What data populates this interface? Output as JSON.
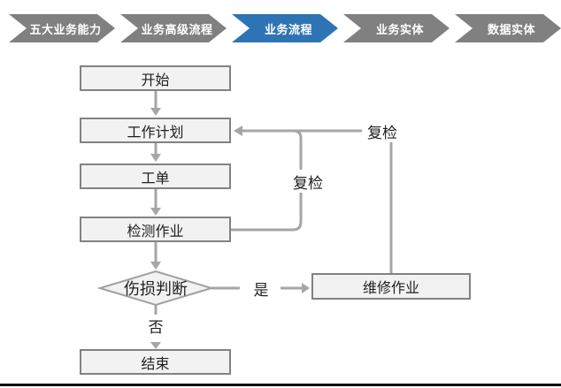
{
  "nav": {
    "items": [
      {
        "label": "五大业务能力",
        "active": false
      },
      {
        "label": "业务高级流程",
        "active": false
      },
      {
        "label": "业务流程",
        "active": true
      },
      {
        "label": "业务实体",
        "active": false
      },
      {
        "label": "数据实体",
        "active": false
      }
    ],
    "active_color": "#2E74B5",
    "inactive_color": "#808080"
  },
  "flowchart": {
    "nodes": [
      {
        "id": "start",
        "label": "开始",
        "shape": "rect"
      },
      {
        "id": "work-plan",
        "label": "工作计划",
        "shape": "rect"
      },
      {
        "id": "work-order",
        "label": "工单",
        "shape": "rect"
      },
      {
        "id": "inspection-job",
        "label": "检测作业",
        "shape": "rect"
      },
      {
        "id": "damage-judgment",
        "label": "伤损判断",
        "shape": "diamond"
      },
      {
        "id": "repair-job",
        "label": "维修作业",
        "shape": "rect"
      },
      {
        "id": "end",
        "label": "结束",
        "shape": "rect"
      }
    ],
    "edges": [
      {
        "from": "start",
        "to": "work-plan",
        "label": ""
      },
      {
        "from": "work-plan",
        "to": "work-order",
        "label": ""
      },
      {
        "from": "work-order",
        "to": "inspection-job",
        "label": ""
      },
      {
        "from": "inspection-job",
        "to": "damage-judgment",
        "label": ""
      },
      {
        "from": "damage-judgment",
        "to": "repair-job",
        "label": "是"
      },
      {
        "from": "damage-judgment",
        "to": "end",
        "label": "否"
      },
      {
        "from": "inspection-job",
        "to": "work-plan",
        "label": "复检"
      },
      {
        "from": "repair-job",
        "to": "work-plan",
        "label": "复检"
      }
    ],
    "colors": {
      "node_fill": "#F2F2F2",
      "node_border": "#828282",
      "connector": "#A6A6A6",
      "text": "#1F1F1F"
    }
  }
}
